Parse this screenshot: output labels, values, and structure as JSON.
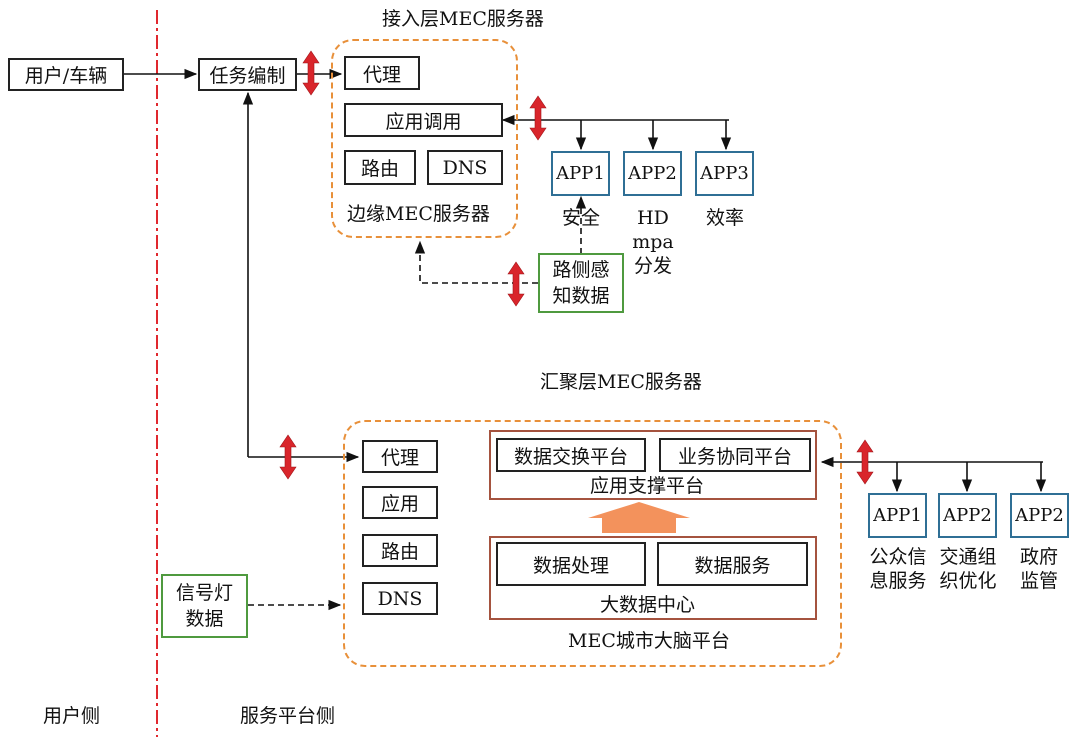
{
  "user_side": "用户侧",
  "service_side": "服务平台侧",
  "user_vehicle": "用户/车辆",
  "task_orchestration": "任务编制",
  "access_layer": {
    "title": "接入层MEC服务器",
    "caption": "边缘MEC服务器",
    "proxy": "代理",
    "app_call": "应用调用",
    "routing": "路由",
    "dns": "DNS",
    "apps": [
      {
        "label": "APP1",
        "desc": "安全"
      },
      {
        "label": "APP2",
        "desc": "HD mpa\n分发"
      },
      {
        "label": "APP3",
        "desc": "效率"
      }
    ],
    "roadside": "路侧感\n知数据"
  },
  "aggregation_layer": {
    "title": "汇聚层MEC服务器",
    "proxy": "代理",
    "app": "应用",
    "routing": "路由",
    "dns": "DNS",
    "support_platform": {
      "title": "应用支撑平台",
      "items": [
        "数据交换平台",
        "业务协同平台"
      ]
    },
    "bigdata_center": {
      "title": "大数据中心",
      "items": [
        "数据处理",
        "数据服务"
      ]
    },
    "caption": "MEC城市大脑平台",
    "apps": [
      {
        "label": "APP1",
        "desc": "公众信\n息服务"
      },
      {
        "label": "APP2",
        "desc": "交通组\n织优化"
      },
      {
        "label": "APP2",
        "desc": "政府\n监管"
      }
    ],
    "signal": "信号灯\n数据"
  },
  "colors": {
    "divider": "#e0282e",
    "dashed_frame": "#e8903a",
    "app_border": "#2f6f95",
    "data_border": "#4f9a3f",
    "platform_border": "#a5533f",
    "arrow_fill": "#f3925c",
    "bidir_arrow": "#d9252b"
  }
}
